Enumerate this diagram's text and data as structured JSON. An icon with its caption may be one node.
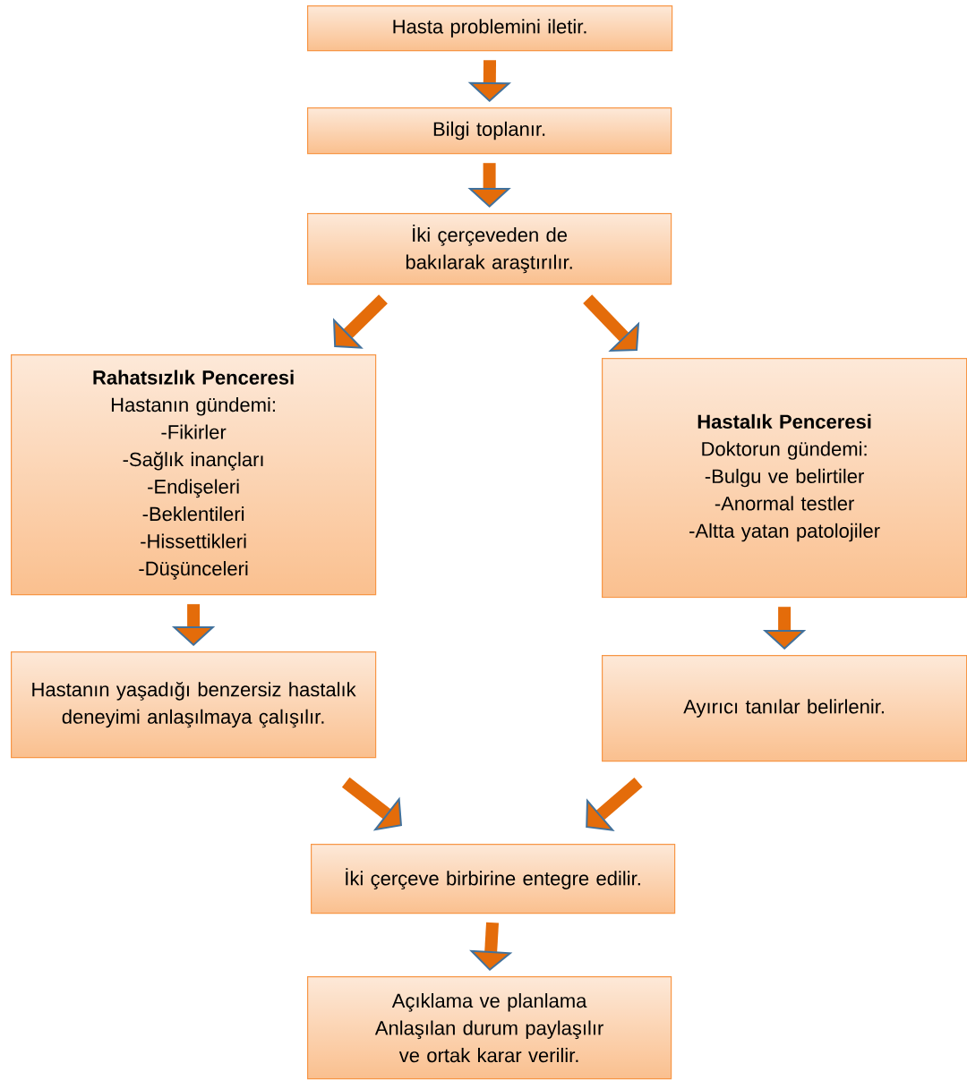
{
  "diagram": {
    "nodes": [
      {
        "text": [
          "Hasta problemini iletir."
        ]
      },
      {
        "text": [
          "Bilgi toplanır."
        ]
      },
      {
        "text": [
          "İki çerçeveden de bakılarak araştırılır."
        ]
      },
      {
        "text": [
          "Rahatsızlık Penceresi",
          "Hastanın gündemi:",
          "-Fikirler",
          "-Sağlık inançları",
          "-Endişeleri",
          "-Beklentileri",
          "-Hissettikleri",
          "-Düşünceleri"
        ]
      },
      {
        "text": [
          "Hastalık Penceresi",
          "Doktorun gündemi:",
          "-Bulgu ve belirtiler",
          "-Anormal testler",
          "-Altta yatan patolojiler"
        ]
      },
      {
        "text": [
          "Hastanın yaşadığı benzersiz hastalık deneyimi anlaşılmaya çalışılır."
        ]
      },
      {
        "text": [
          "Ayırıcı tanılar belirlenir."
        ]
      },
      {
        "text": [
          "İki çerçeve birbirine entegre edilir."
        ]
      },
      {
        "text": [
          "Açıklama ve planlama",
          "Anlaşılan durum paylaşılır ve ortak karar verilir."
        ]
      }
    ],
    "edges": [
      {
        "from": 0,
        "to": 1,
        "arrow": "to"
      },
      {
        "from": 1,
        "to": 2,
        "arrow": "to"
      },
      {
        "from": 2,
        "to": 3,
        "arrow": "to"
      },
      {
        "from": 2,
        "to": 4,
        "arrow": "to"
      },
      {
        "from": 3,
        "to": 5,
        "arrow": "to"
      },
      {
        "from": 4,
        "to": 6,
        "arrow": "to"
      },
      {
        "from": 5,
        "to": 7,
        "arrow": "to"
      },
      {
        "from": 6,
        "to": 7,
        "arrow": "to"
      },
      {
        "from": 7,
        "to": 8,
        "arrow": "to"
      }
    ]
  }
}
